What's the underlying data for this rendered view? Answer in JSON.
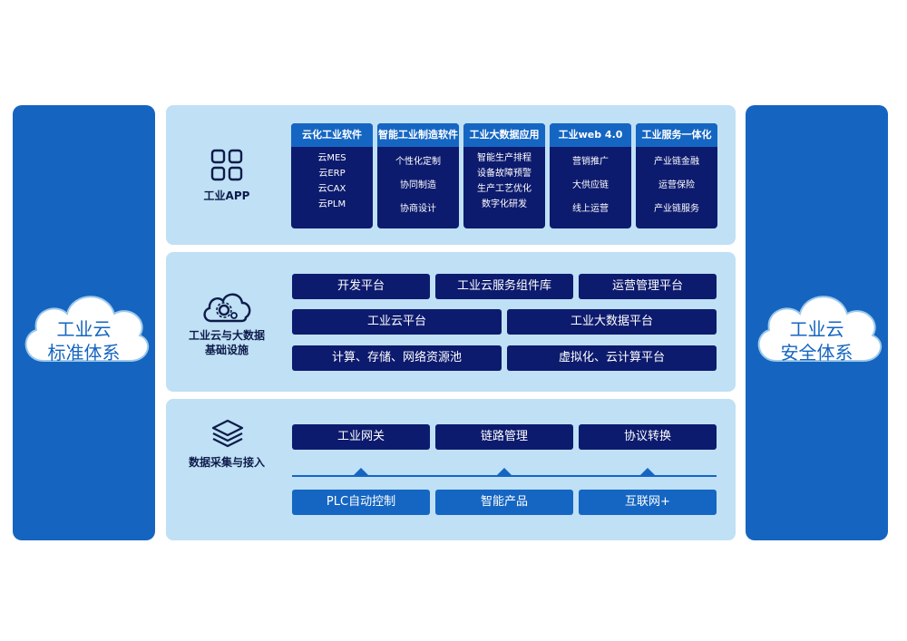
{
  "left_pillar": {
    "line1": "工业云",
    "line2": "标准体系"
  },
  "right_pillar": {
    "line1": "工业云",
    "line2": "安全体系"
  },
  "app_layer": {
    "label": "工业APP",
    "icon": "grid-icon",
    "columns": [
      {
        "title": "云化工业软件",
        "items": [
          "云MES",
          "云ERP",
          "云CAX",
          "云PLM"
        ]
      },
      {
        "title": "智能工业制造软件",
        "items": [
          "个性化定制",
          "协同制造",
          "协商设计"
        ]
      },
      {
        "title": "工业大数据应用",
        "items": [
          "智能生产排程",
          "设备故障预警",
          "生产工艺优化",
          "数字化研发"
        ]
      },
      {
        "title": "工业web 4.0",
        "items": [
          "营销推广",
          "大供应链",
          "线上运营"
        ]
      },
      {
        "title": "工业服务一体化",
        "items": [
          "产业链金融",
          "运营保险",
          "产业链服务"
        ]
      }
    ]
  },
  "infra_layer": {
    "label_line1": "工业云与大数据",
    "label_line2": "基础设施",
    "icon": "cloud-gear-icon",
    "row1": [
      "开发平台",
      "工业云服务组件库",
      "运营管理平台"
    ],
    "row2": [
      "工业云平台",
      "工业大数据平台"
    ],
    "row3": [
      "计算、存储、网络资源池",
      "虚拟化、云计算平台"
    ]
  },
  "data_layer": {
    "label": "数据采集与接入",
    "icon": "layers-icon",
    "top_row": [
      "工业网关",
      "链路管理",
      "协议转换"
    ],
    "bottom_row": [
      "PLC自动控制",
      "智能产品",
      "互联网+"
    ]
  },
  "colors": {
    "pillar": "#1565c0",
    "panel": "#bfe0f5",
    "dark_box": "#0d1b6e",
    "light_box": "#1566c2"
  }
}
